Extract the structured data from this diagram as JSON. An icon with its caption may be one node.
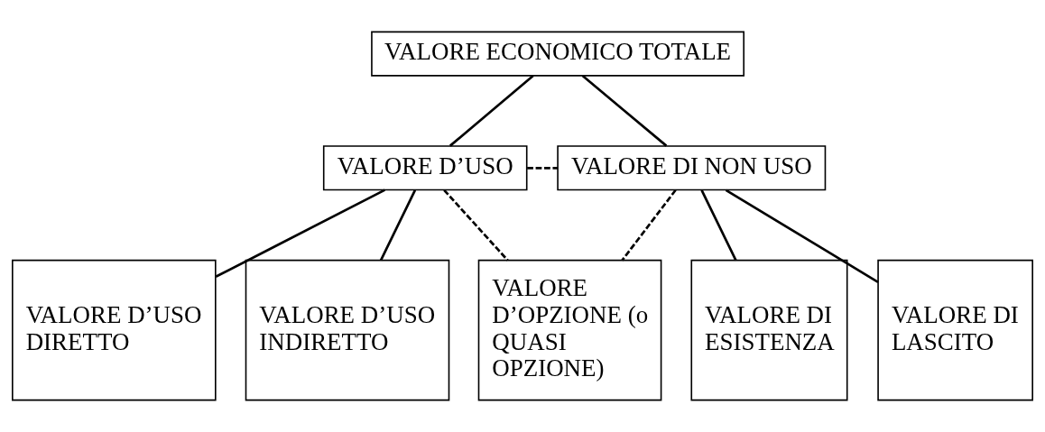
{
  "diagram": {
    "nodes": [
      {
        "text": [
          "VALORE ECONOMICO TOTALE"
        ]
      },
      {
        "text": [
          "VALORE D’USO"
        ]
      },
      {
        "text": [
          "VALORE DI NON USO"
        ]
      },
      {
        "text": [
          "VALORE D’USO DIRETTO"
        ]
      },
      {
        "text": [
          "VALORE D’USO INDIRETTO"
        ]
      },
      {
        "text": [
          "VALORE D’OPZIONE (o QUASI OPZIONE)"
        ]
      },
      {
        "text": [
          "VALORE DI ESISTENZA"
        ]
      },
      {
        "text": [
          "VALORE DI LASCITO"
        ]
      }
    ],
    "edges": [
      {
        "from": 0,
        "to": 1,
        "arrow": "none"
      },
      {
        "from": 0,
        "to": 2,
        "arrow": "none"
      },
      {
        "from": 1,
        "to": 2,
        "arrow": "none",
        "style": "dashed"
      },
      {
        "from": 1,
        "to": 3,
        "arrow": "none"
      },
      {
        "from": 1,
        "to": 4,
        "arrow": "none"
      },
      {
        "from": 1,
        "to": 5,
        "arrow": "none",
        "style": "dashed"
      },
      {
        "from": 2,
        "to": 5,
        "arrow": "none",
        "style": "dashed"
      },
      {
        "from": 2,
        "to": 6,
        "arrow": "none"
      },
      {
        "from": 2,
        "to": 7,
        "arrow": "none"
      }
    ]
  }
}
